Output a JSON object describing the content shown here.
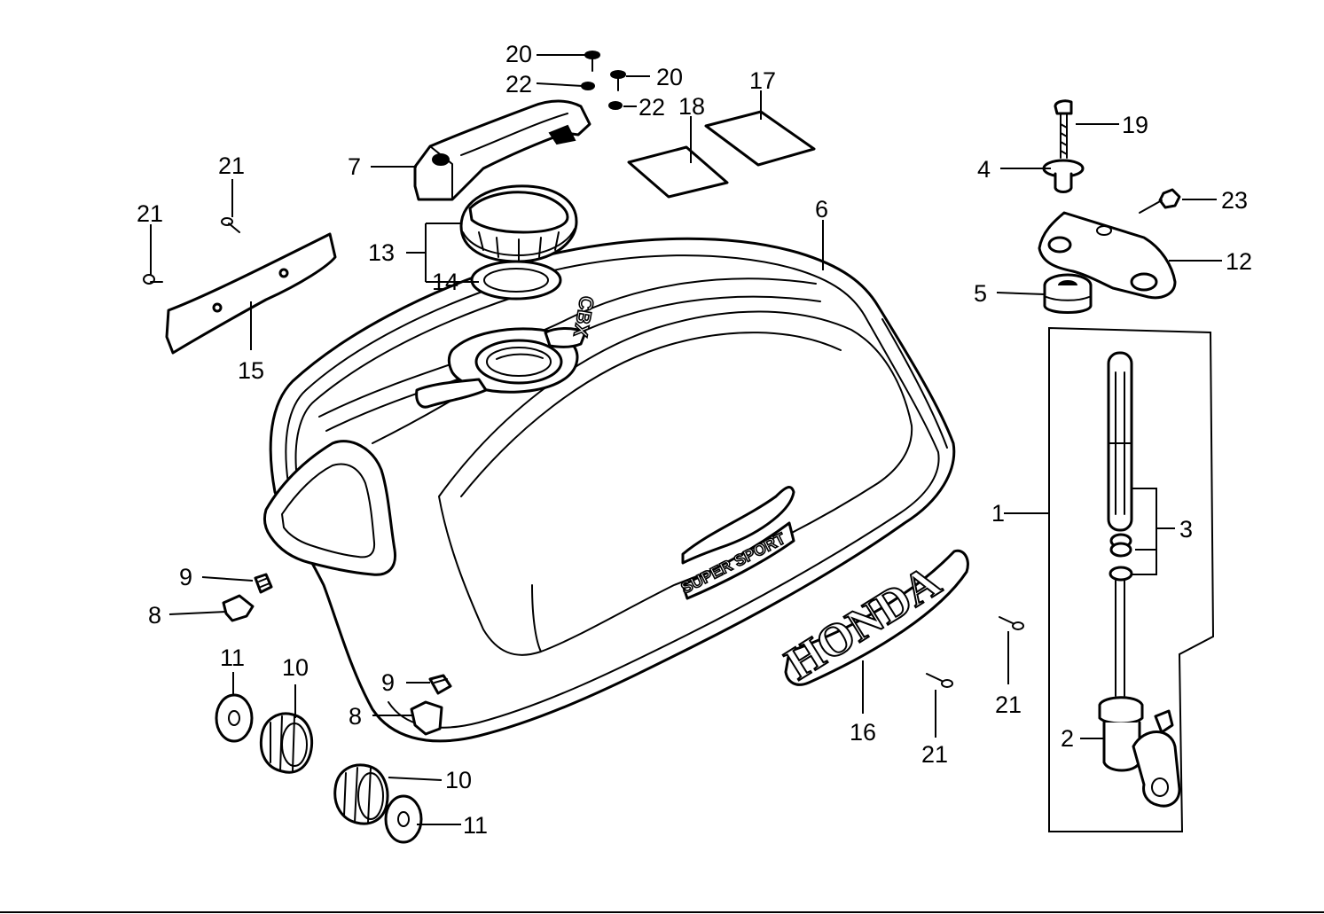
{
  "diagram": {
    "callouts": {
      "c1": "1",
      "c2": "2",
      "c3": "3",
      "c4": "4",
      "c5": "5",
      "c6": "6",
      "c7": "7",
      "c8a": "8",
      "c8b": "8",
      "c9a": "9",
      "c9b": "9",
      "c10a": "10",
      "c10b": "10",
      "c11a": "11",
      "c11b": "11",
      "c12": "12",
      "c13": "13",
      "c14": "14",
      "c15": "15",
      "c16": "16",
      "c17": "17",
      "c18": "18",
      "c19": "19",
      "c20a": "20",
      "c20b": "20",
      "c21a": "21",
      "c21b": "21",
      "c21c": "21",
      "c21d": "21",
      "c22a": "22",
      "c22b": "22",
      "c23": "23"
    },
    "tank_model_mark": "CBX",
    "tank_badge_text": "SUPER SPORT",
    "emblem_text": "HONDA"
  },
  "colors": {
    "ink": "#000000",
    "paper": "#ffffff"
  }
}
